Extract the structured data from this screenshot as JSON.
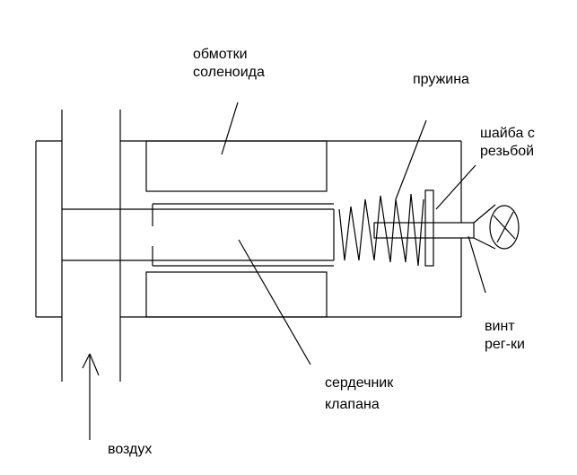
{
  "labels": {
    "solenoid_windings_line1": "обмотки",
    "solenoid_windings_line2": "соленоида",
    "spring": "пружина",
    "threaded_washer_line1": "шайба с",
    "threaded_washer_line2": "резьбой",
    "adjusting_screw_line1": "винт",
    "adjusting_screw_line2": "рег-ки",
    "valve_core_line1": "сердечник",
    "valve_core_line2": "клапана",
    "air": "воздух"
  },
  "colors": {
    "line": "#000000",
    "background": "#ffffff"
  }
}
